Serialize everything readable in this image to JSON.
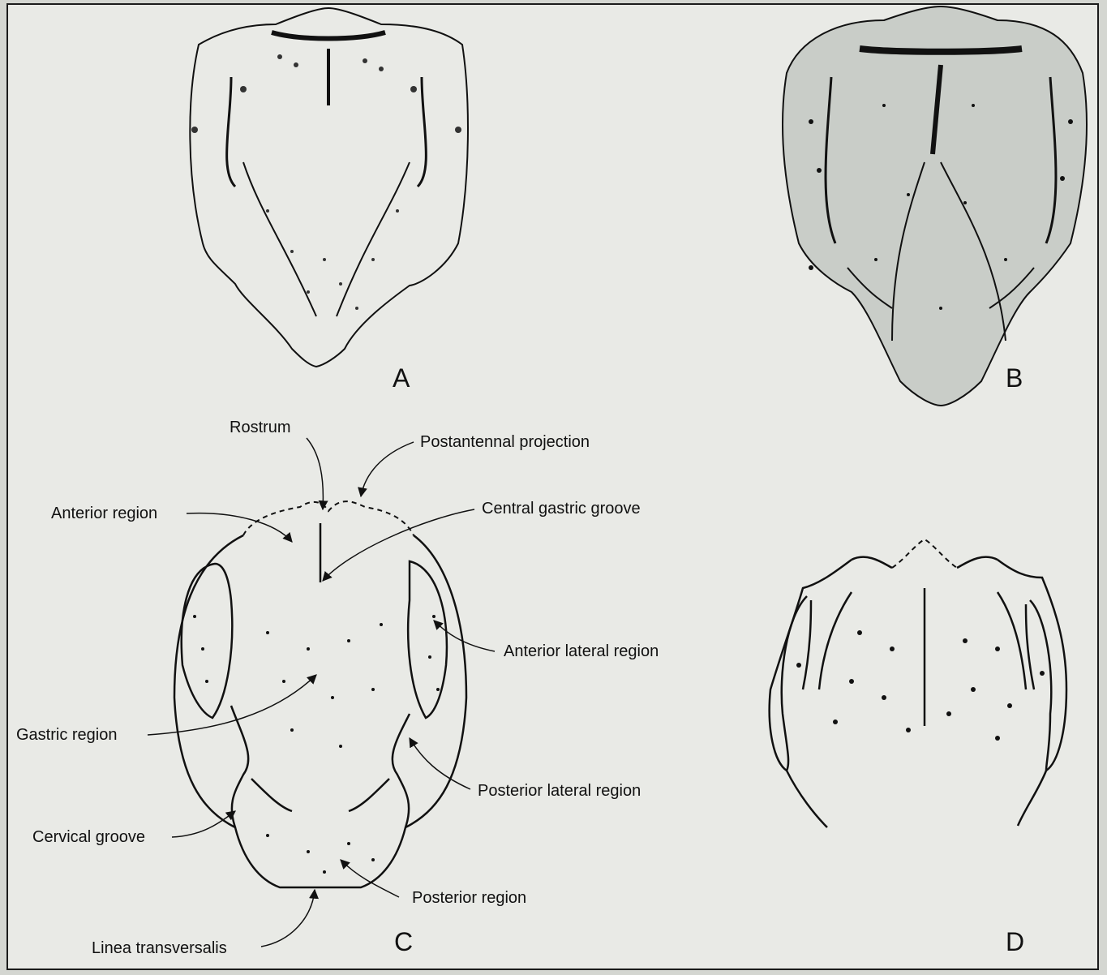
{
  "figure": {
    "panels": [
      {
        "letter": "A",
        "style": "stippled drawing of carapace, dorsal view"
      },
      {
        "letter": "B",
        "style": "shaded drawing of carapace, dorsal view"
      },
      {
        "letter": "C",
        "style": "labelled schematic of carapace regions"
      },
      {
        "letter": "D",
        "style": "schematic of anterior carapace"
      }
    ],
    "labels": {
      "rostrum": "Rostrum",
      "postantennal_projection": "Postantennal projection",
      "anterior_region": "Anterior region",
      "central_gastric_groove": "Central gastric groove",
      "anterior_lateral_region": "Anterior lateral region",
      "gastric_region": "Gastric region",
      "posterior_lateral_region": "Posterior lateral region",
      "cervical_groove": "Cervical groove",
      "posterior_region": "Posterior region",
      "linea_transversalis": "Linea transversalis"
    },
    "colors": {
      "background": "#d4d6d1",
      "frame_fill": "#e9eae6",
      "panel_b_fill": "#c9cdc8",
      "ink": "#111111"
    }
  }
}
